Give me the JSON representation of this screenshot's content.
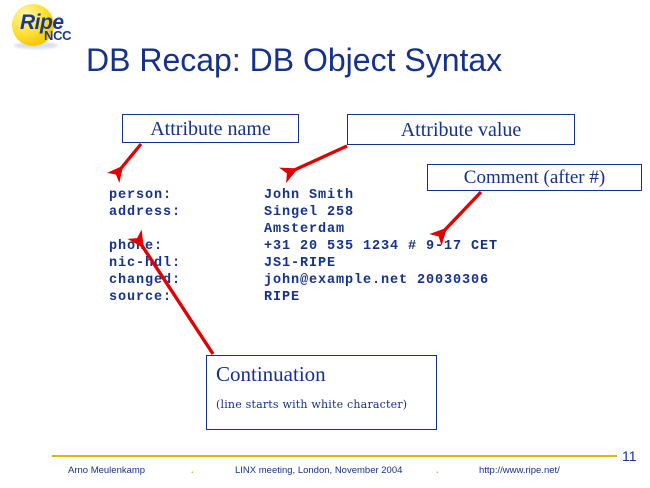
{
  "slide": {
    "title": "DB Recap: DB Object Syntax",
    "page_number": "11",
    "colors": {
      "title_blue": "#15318e",
      "text_blue": "#15318e",
      "arrow_red": "#e00000",
      "rule_gold": "#e8b400",
      "logo_yellow": "#ffe23a"
    }
  },
  "logo": {
    "word_mark": "Ripe",
    "sub_mark": "NCC"
  },
  "callouts": {
    "attribute_name": "Attribute name",
    "attribute_value": "Attribute value",
    "comment": "Comment (after #)",
    "continuation_title": "Continuation",
    "continuation_subtitle": "(line starts with white character)"
  },
  "record": {
    "rows": [
      {
        "key": "person:",
        "value": "John Smith"
      },
      {
        "key": "address:",
        "value": "Singel 258"
      },
      {
        "key": "",
        "value": "Amsterdam"
      },
      {
        "key": "phone:",
        "value": "+31 20 535 1234 # 9-17 CET"
      },
      {
        "key": "nic-hdl:",
        "value": "JS1-RIPE"
      },
      {
        "key": "changed:",
        "value": "john@example.net 20030306"
      },
      {
        "key": "source:",
        "value": "RIPE"
      }
    ]
  },
  "footer": {
    "author": "Arno Meulenkamp",
    "separator": ".",
    "event": "LINX meeting, London, November 2004",
    "url": "http://www.ripe.net/"
  }
}
